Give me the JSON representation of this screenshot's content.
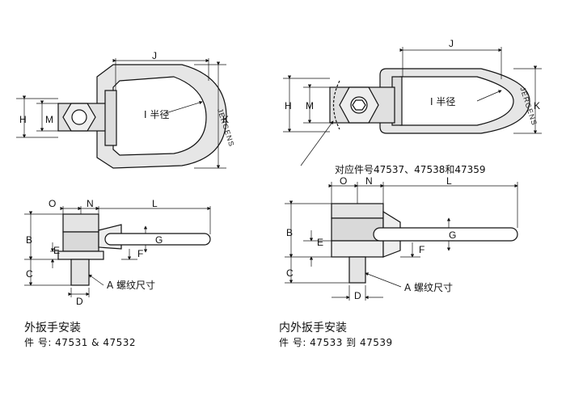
{
  "left": {
    "top_labels": {
      "J": "J",
      "H": "H",
      "M": "M",
      "K": "K",
      "radius": "I 半径",
      "brand": "JERGENS"
    },
    "side_labels": {
      "O": "O",
      "N": "N",
      "L": "L",
      "B": "B",
      "E": "E",
      "G": "G",
      "F": "F",
      "C": "C",
      "D": "D",
      "thread": "A 螺纹尺寸"
    },
    "caption_title": "外扳手安装",
    "caption_sub": "件  号: 47531 & 47532"
  },
  "right": {
    "top_labels": {
      "J": "J",
      "H": "H",
      "M": "M",
      "K": "K",
      "radius": "I 半径",
      "brand": "JERGENS"
    },
    "note": "对应件号47537、47538和47359",
    "side_labels": {
      "O": "O",
      "N": "N",
      "L": "L",
      "B": "B",
      "E": "E",
      "G": "G",
      "F": "F",
      "C": "C",
      "D": "D",
      "thread": "A 螺纹尺寸"
    },
    "caption_title": "内外扳手安装",
    "caption_sub": "件  号: 47533 到 47539"
  }
}
